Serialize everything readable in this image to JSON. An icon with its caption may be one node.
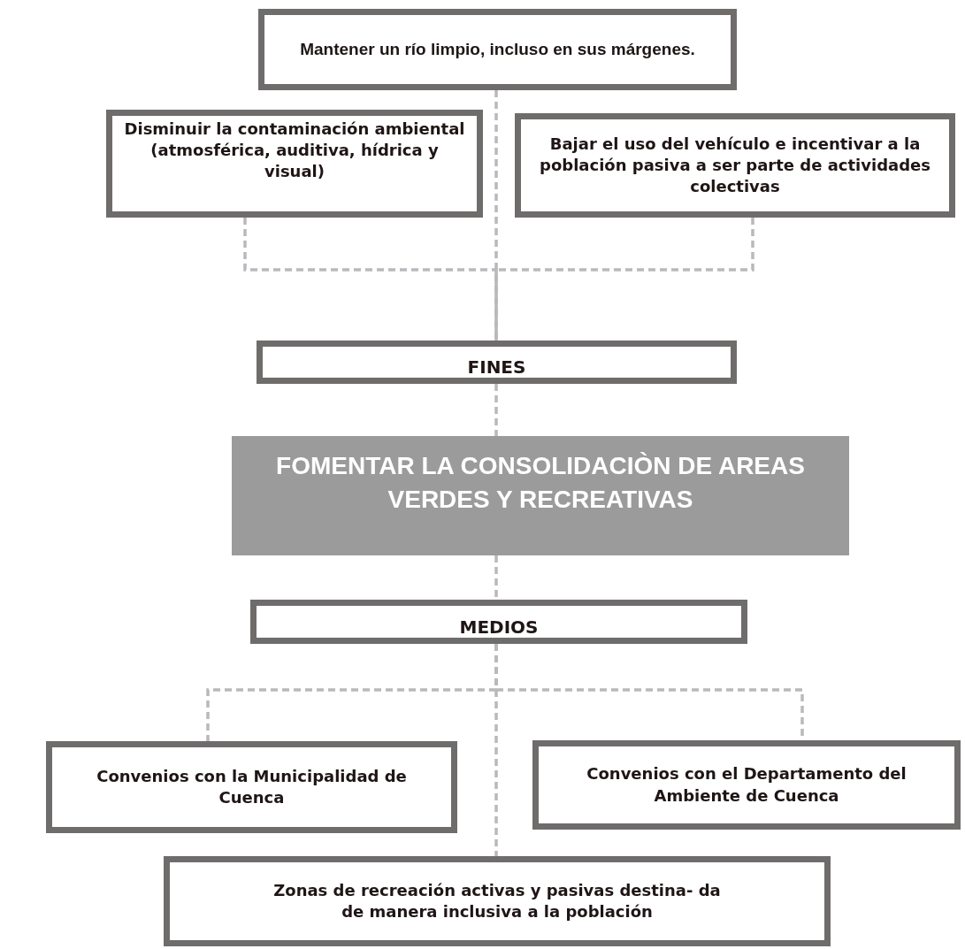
{
  "diagram": {
    "nodes": [
      {
        "text": [
          "Mantener un río limpio, incluso en sus márgenes."
        ]
      },
      {
        "text": [
          "Disminuir la contaminación ambiental (atmosférica, auditiva, hídrica y visual)"
        ]
      },
      {
        "text": [
          "Bajar el uso del vehículo e incentivar a la población pasiva a ser parte de actividades colectivas"
        ]
      },
      {
        "text": [
          "FINES"
        ]
      },
      {
        "text": [
          "FOMENTAR LA CONSOLIDACIÒN DE AREAS VERDES Y RECREATIVAS"
        ]
      },
      {
        "text": [
          "MEDIOS"
        ]
      },
      {
        "text": [
          "Convenios con la Municipalidad de Cuenca"
        ]
      },
      {
        "text": [
          "Convenios con el Departamento del Ambiente de Cuenca"
        ]
      },
      {
        "text": [
          "Zonas de recreación activas y pasivas destina- da de manera inclusiva a la población"
        ]
      }
    ],
    "edges": [
      {
        "from": 0,
        "to": 3,
        "arrow": "none",
        "style": "dashed"
      },
      {
        "from": 1,
        "to": 3,
        "arrow": "none",
        "style": "dashed"
      },
      {
        "from": 2,
        "to": 3,
        "arrow": "none",
        "style": "dashed"
      },
      {
        "from": 3,
        "to": 4,
        "arrow": "none",
        "style": "dashed"
      },
      {
        "from": 4,
        "to": 5,
        "arrow": "none",
        "style": "dashed"
      },
      {
        "from": 5,
        "to": 6,
        "arrow": "none",
        "style": "dashed"
      },
      {
        "from": 5,
        "to": 7,
        "arrow": "none",
        "style": "dashed"
      },
      {
        "from": 5,
        "to": 8,
        "arrow": "none",
        "style": "dashed"
      }
    ]
  }
}
